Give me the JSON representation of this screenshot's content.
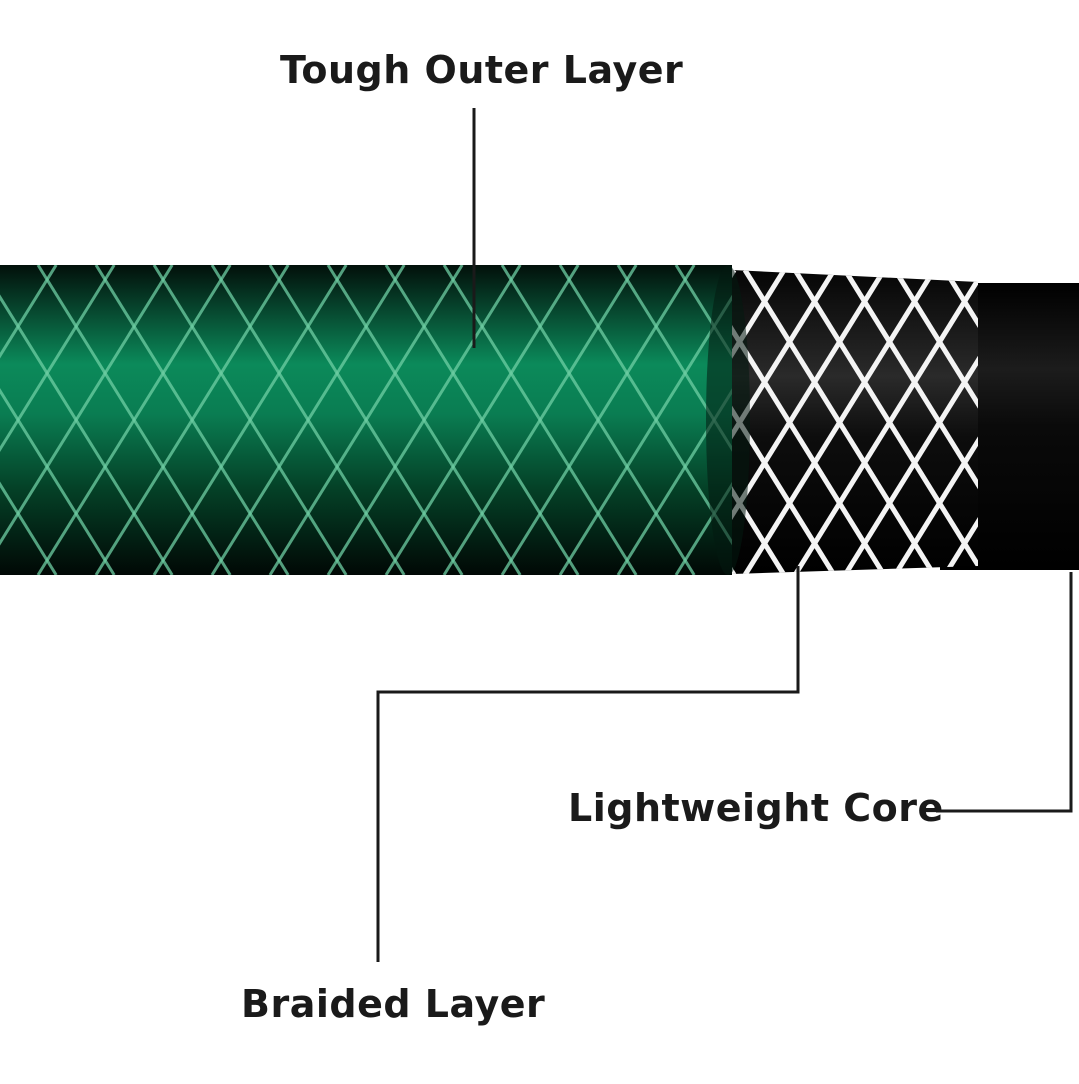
{
  "diagram": {
    "labels": {
      "outer_layer": "Tough Outer Layer",
      "core": "Lightweight Core",
      "braided_layer": "Braided Layer"
    },
    "colors": {
      "outer_layer_green": "#0b8a5a",
      "outer_layer_dark": "#03120c",
      "braid_on_green": "#6fcfa4",
      "braid_white": "#f4f4f4",
      "core_black": "#0a0a0a",
      "leader_line": "#1a1a1a",
      "label_text": "#1a1a1a",
      "background": "#ffffff"
    }
  }
}
